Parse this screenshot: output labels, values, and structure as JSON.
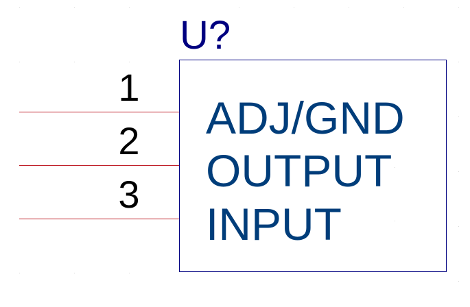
{
  "component": {
    "designator": "U?",
    "outline_color": "#000080",
    "designator_color": "#000080",
    "pin_name_color": "#003d7a",
    "pin_line_color": "#c0202a",
    "pin_number_color": "#000000"
  },
  "pins": [
    {
      "number": "1",
      "name": "ADJ/GND"
    },
    {
      "number": "2",
      "name": "OUTPUT"
    },
    {
      "number": "3",
      "name": "INPUT"
    }
  ]
}
